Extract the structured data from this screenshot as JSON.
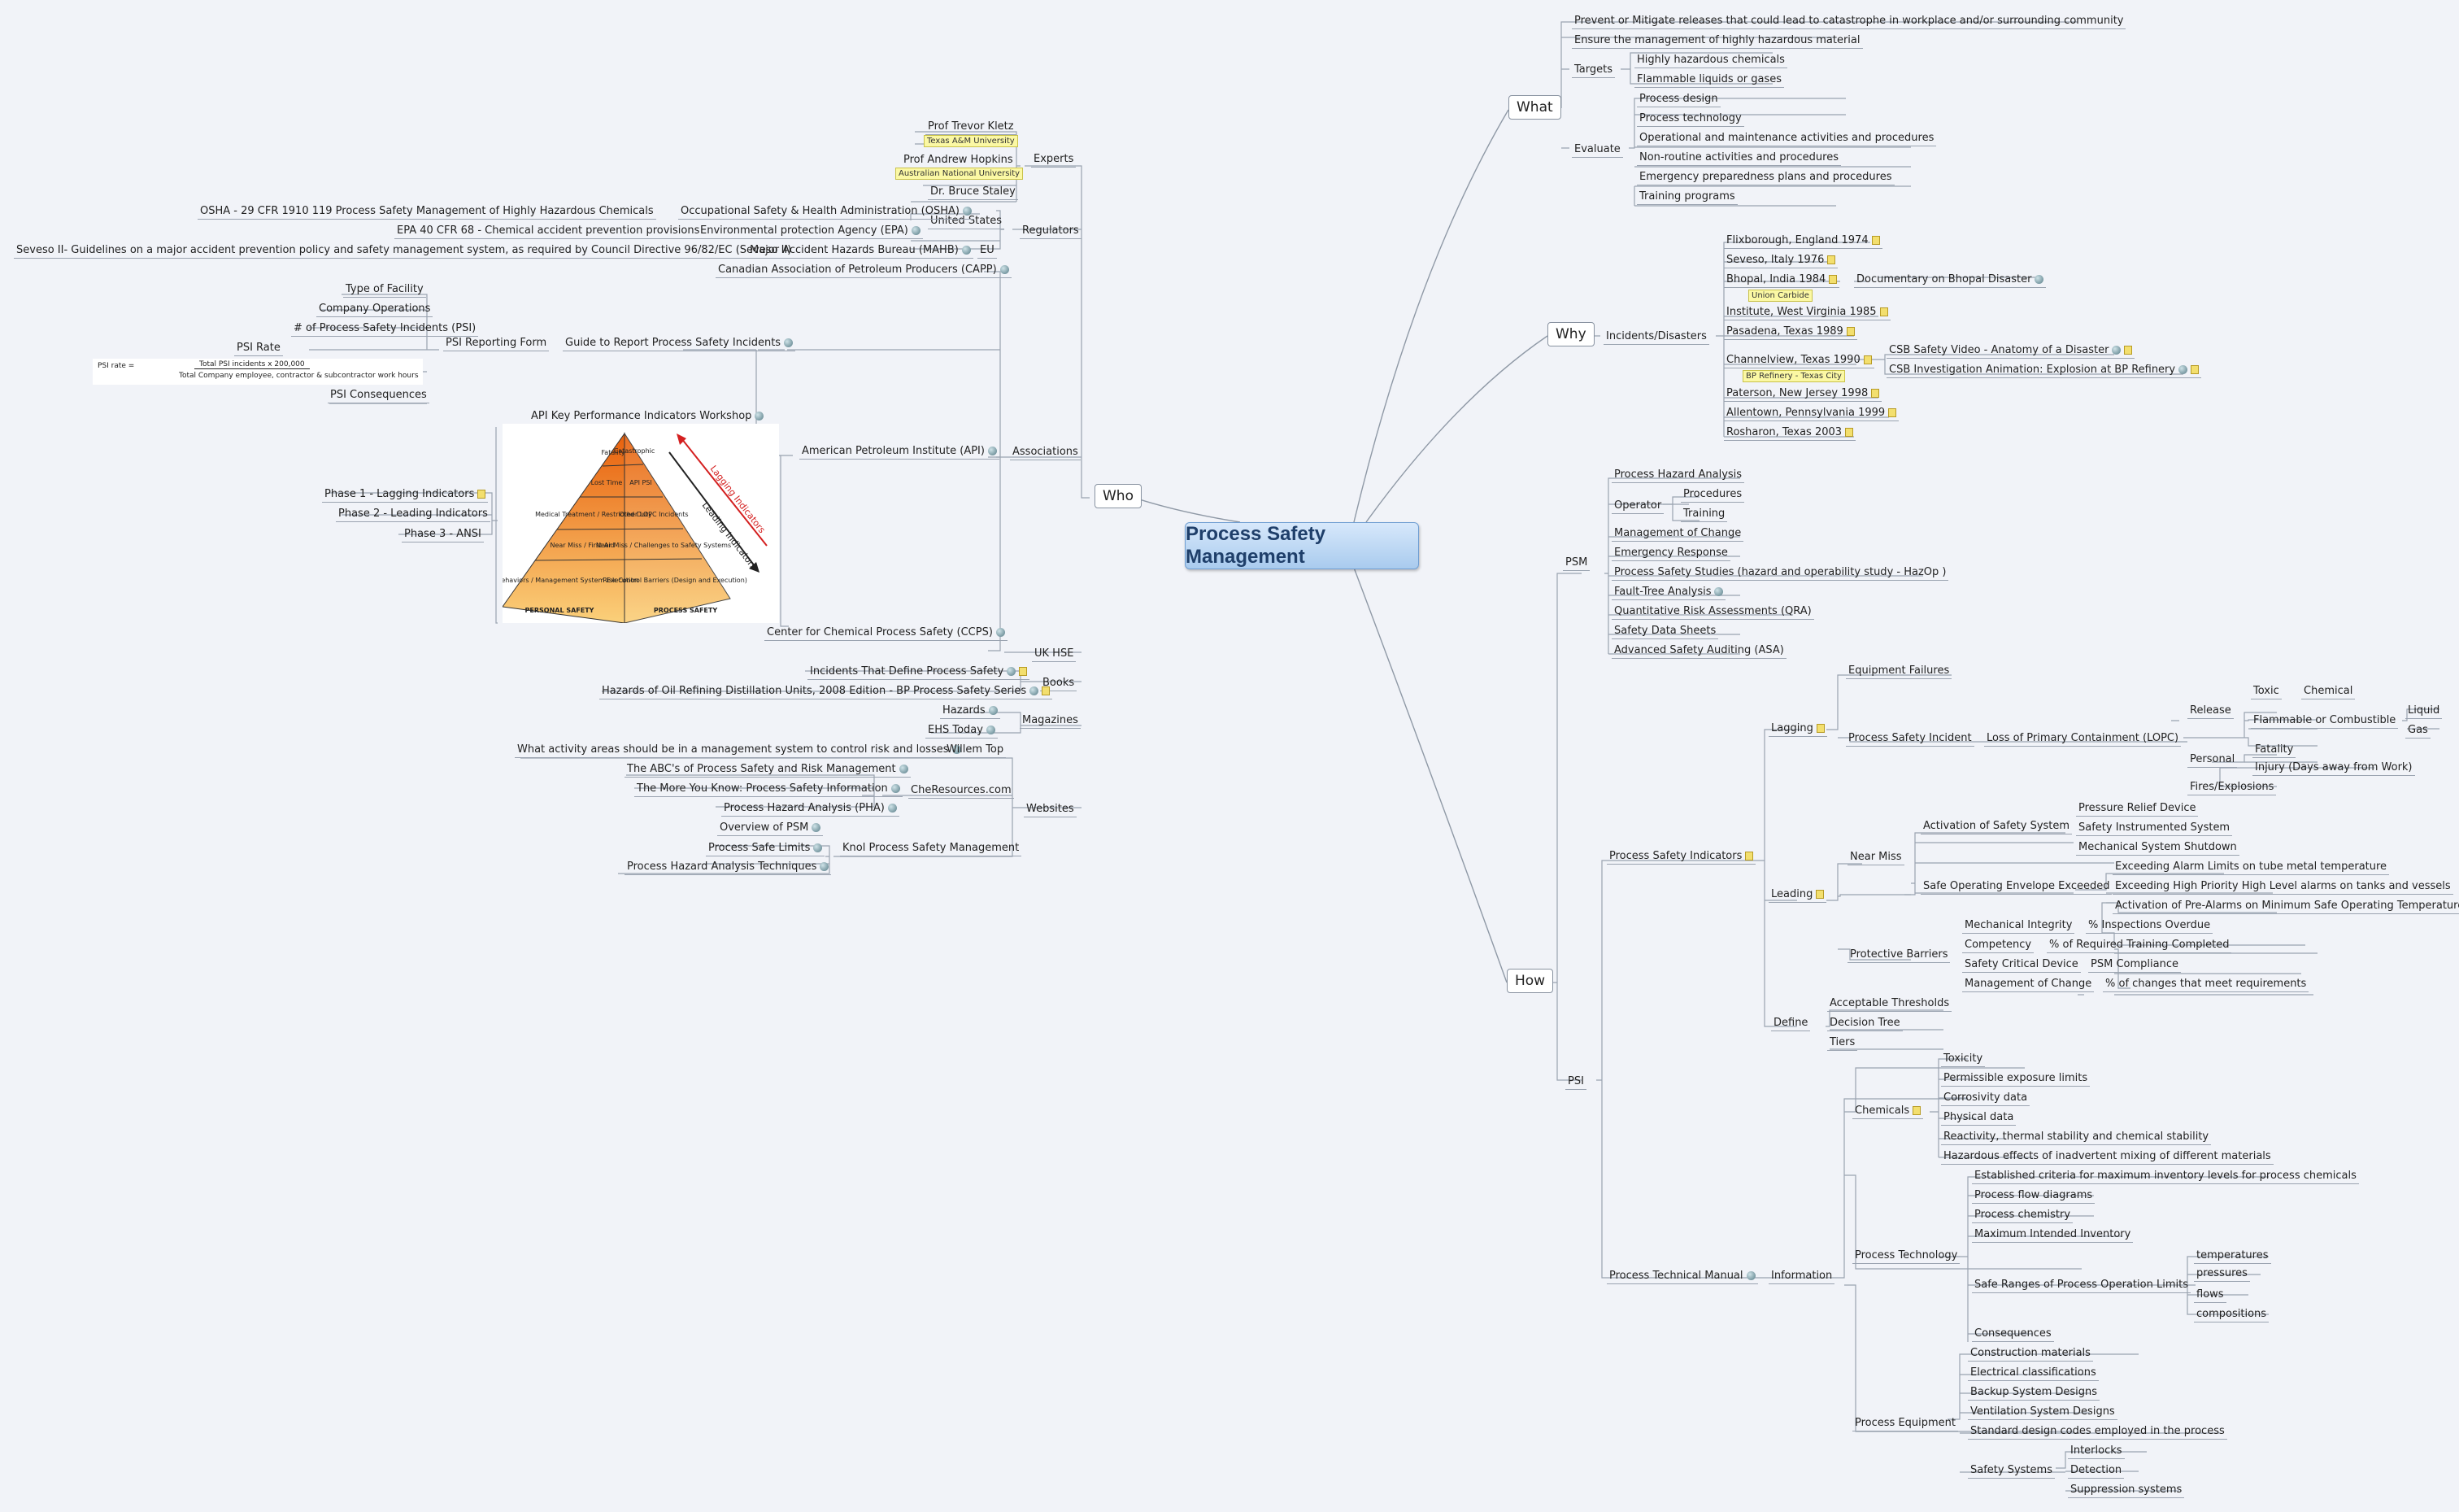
{
  "central": "Process Safety Management",
  "branches": {
    "what": "What",
    "why": "Why",
    "who": "Who",
    "how": "How"
  },
  "what": {
    "prevent": "Prevent or Mitigate releases that could lead to catastrophe in workplace and/or surrounding community",
    "ensure": "Ensure the management of highly hazardous material",
    "targets": {
      "label": "Targets",
      "items": [
        "Highly hazardous chemicals",
        "Flammable liquids or gases"
      ]
    },
    "evaluate": {
      "label": "Evaluate",
      "items": [
        "Process design",
        "Process technology",
        "Operational and maintenance activities and procedures",
        "Non-routine activities and procedures",
        "Emergency preparedness plans and procedures",
        "Training programs"
      ]
    }
  },
  "why": {
    "incidents_label": "Incidents/Disasters",
    "flixborough": "Flixborough, England 1974",
    "seveso": "Seveso, Italy 1976",
    "bhopal": "Bhopal, India 1984",
    "bhopal_doc": "Documentary on Bhopal Disaster",
    "union_carbide": "Union Carbide",
    "institute": "Institute,  West Virginia  1985",
    "pasadena": "Pasadena, Texas 1989",
    "channelview": "Channelview, Texas 1990",
    "csb_video": "CSB Safety Video - Anatomy of a Disaster",
    "csb_animation": "CSB Investigation Animation: Explosion at BP Refinery",
    "bp_refinery": "BP Refinery - Texas City",
    "paterson": "Paterson, New Jersey 1998",
    "allentown": "Allentown, Pennsylvania 1999",
    "rosharon": "Rosharon, Texas 2003"
  },
  "who": {
    "experts_label": "Experts",
    "kletz": "Prof Trevor Kletz",
    "tamu": "Texas A&M University",
    "hopkins": "Prof Andrew Hopkins",
    "anu": "Australian National University",
    "staley": "Dr. Bruce Staley",
    "regulators_label": "Regulators",
    "united_states": "United States",
    "osha_std": "OSHA - 29 CFR 1910 119 Process Safety Management of Highly Hazardous Chemicals",
    "osha": "Occupational Safety & Health Administration (OSHA)",
    "epa_std": "EPA  40 CFR 68 - Chemical accident prevention provisions",
    "epa": "Environmental protection Agency (EPA)",
    "seveso_std": "Seveso II- Guidelines on a major accident prevention policy and safety management system, as required by Council Directive 96/82/EC (Seveso II)",
    "mahb": "Major Accident Hazards Bureau (MAHB)",
    "eu": "EU",
    "capp": "Canadian Association of Petroleum Producers (CAPP)",
    "associations_label": "Associations",
    "guide": "Guide to Report Process Safety Incidents",
    "psi_form": "PSI Reporting Form",
    "psi_items": [
      "Type of Facility",
      "Company Operations",
      "# of Process Safety Incidents (PSI)",
      "PSI Rate"
    ],
    "psi_consequences": "PSI Consequences",
    "psi_formula": {
      "lhs": "PSI rate =",
      "numerator": "Total PSI incidents x 200,000",
      "denominator": "Total Company employee, contractor & subcontractor work hours"
    },
    "api": "American Petroleum Institute (API)",
    "api_workshop": "API Key Performance Indicators Workshop",
    "phases": [
      "Phase 1 - Lagging Indicators",
      "Phase 2 - Leading Indicators",
      "Phase 3 - ANSI"
    ],
    "ccps": "Center for Chemical Process Safety (CCPS)",
    "uk_hse": "UK HSE",
    "books_label": "Books",
    "book1": "Incidents That Define Process Safety",
    "book2": "Hazards of Oil Refining Distillation Units, 2008 Edition - BP Process Safety Series",
    "magazines_label": "Magazines",
    "hazards": "Hazards",
    "ehs": "EHS Today",
    "websites_label": "Websites",
    "willem_q": "What activity areas should be in a management system to control risk and losses",
    "willem": "Willem Top",
    "cheres": "CheResources.com",
    "cheres_items": [
      "The ABC's of Process Safety and Risk Management",
      "The More You Know: Process Safety Information",
      "Process Hazard Analysis (PHA)"
    ],
    "knol": "Knol Process Safety Management",
    "knol_items": [
      "Overview of PSM",
      "Process Safe Limits",
      "Process Hazard Analysis Techniques"
    ],
    "pyramid": {
      "layers": [
        "Fatality",
        "Lost Time",
        "Medical Treatment / Restricted Duty",
        "Near Miss / First Aid",
        "Behaviors / Management System Execution"
      ],
      "right_layers": [
        "Catastrophic",
        "API PSI",
        "Other LOPC Incidents",
        "Near Miss / Challenges to Safety Systems",
        "Risk Control Barriers (Design and Execution)"
      ],
      "lagging": "Lagging Indicators",
      "leading": "Leading Indicators",
      "personal": "PERSONAL SAFETY",
      "process": "PROCESS SAFETY"
    }
  },
  "how": {
    "psm_label": "PSM",
    "psm_items": [
      "Process Hazard Analysis",
      "Management of Change",
      "Emergency Response",
      "Process Safety Studies (hazard and operability study - HazOp )",
      "Fault-Tree Analysis",
      "Quantitative Risk Assessments (QRA)",
      "Safety Data Sheets",
      "Advanced Safety Auditing (ASA)"
    ],
    "operator": "Operator",
    "procedures": "Procedures",
    "training": "Training",
    "psi_label": "PSI",
    "indicators": "Process Safety Indicators",
    "lagging": "Lagging",
    "equipment_failures": "Equipment Failures",
    "ps_incident": "Process Safety Incident",
    "lopc": "Loss of Primary Containment (LOPC)",
    "release": "Release",
    "toxic": "Toxic",
    "chemical": "Chemical",
    "flammable": "Flammable or Combustible",
    "liquid": "Liquid",
    "gas": "Gas",
    "personal": "Personal",
    "fatality": "Fatality",
    "injury": "Injury (Days away from Work)",
    "fires": "Fires/Explosions",
    "leading": "Leading",
    "near_miss": "Near Miss",
    "activation": "Activation of Safety System",
    "activation_items": [
      "Pressure Relief Device",
      "Safety Instrumented System",
      "Mechanical System Shutdown"
    ],
    "envelope": "Safe Operating Envelope Exceeded",
    "envelope_items": [
      "Exceeding Alarm Limits on tube metal temperature",
      "Exceeding High Priority High Level alarms on tanks and vessels",
      "Activation of Pre-Alarms on Minimum Safe Operating Temperatures"
    ],
    "barriers": "Protective Barriers",
    "mech_integrity": "Mechanical Integrity",
    "pct_inspections": "% Inspections Overdue",
    "competency": "Competency",
    "pct_training": "% of Required Training Completed",
    "scd": "Safety Critical Device",
    "psm_compliance": "PSM Compliance",
    "moc": "Management of Change",
    "pct_changes": "% of changes that meet requirements",
    "define": "Define",
    "define_items": [
      "Acceptable Thresholds",
      "Decision Tree",
      "Tiers"
    ],
    "ptm": "Process Technical Manual",
    "information": "Information",
    "chemicals": "Chemicals",
    "chemical_items": [
      "Toxicity",
      "Permissible exposure limits",
      "Corrosivity data",
      "Physical data",
      "Reactivity, thermal stability and chemical stability",
      "Hazardous effects of inadvertent mixing of different materials"
    ],
    "process_tech": "Process Technology",
    "tech_items": [
      "Established criteria for maximum inventory levels for process chemicals",
      "Process flow diagrams",
      "Process chemistry",
      "Maximum Intended Inventory"
    ],
    "safe_ranges": "Safe Ranges of Process Operation Limits",
    "range_items": [
      "temperatures",
      "pressures",
      "flows",
      "compositions"
    ],
    "consequences": "Consequences",
    "equipment": "Process Equipment",
    "equipment_items": [
      "Construction  materials",
      "Electrical  classifications",
      "Backup System Designs",
      "Ventilation System Designs",
      "Standard design codes employed in the process"
    ],
    "safety_systems": "Safety Systems",
    "safety_items": [
      "Interlocks",
      "Detection",
      "Suppression systems"
    ]
  }
}
